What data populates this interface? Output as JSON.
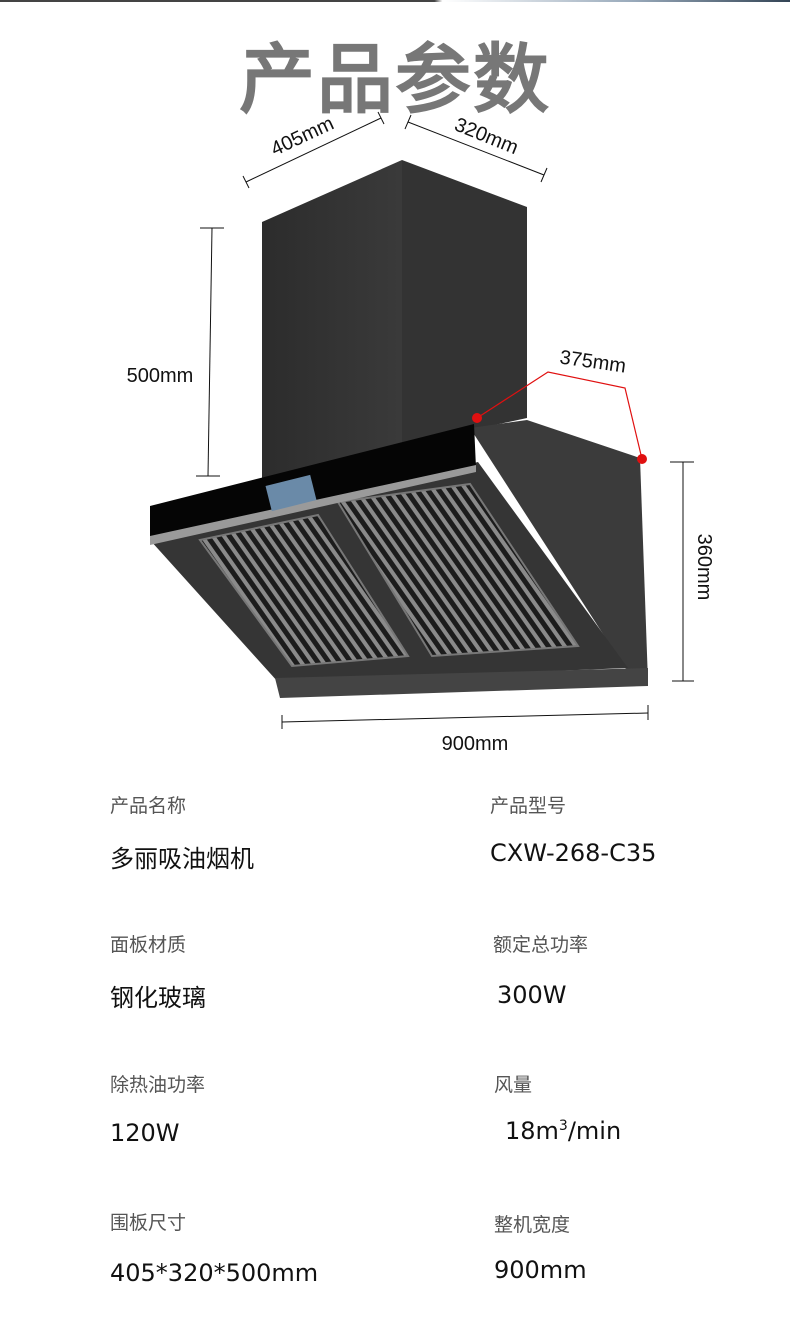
{
  "title": "产品参数",
  "dimensions": {
    "top_width": "405mm",
    "top_depth": "320mm",
    "chimney_height": "500mm",
    "body_depth": "375mm",
    "body_height": "360mm",
    "total_width": "900mm"
  },
  "colors": {
    "title": "#777777",
    "marker": "#e01010",
    "hood": "#3a3a3a",
    "glass": "#050505"
  },
  "specs": [
    {
      "label": "产品名称",
      "value": "多丽吸油烟机"
    },
    {
      "label": "产品型号",
      "value": "CXW-268-C35"
    },
    {
      "label": "面板材质",
      "value": "钢化玻璃"
    },
    {
      "label": "额定总功率",
      "value": "300W"
    },
    {
      "label": "除热油功率",
      "value": "120W"
    },
    {
      "label": "风量",
      "value": "18m",
      "value_sup": "3",
      "value_suffix": "/min"
    },
    {
      "label": "围板尺寸",
      "value": "405*320*500mm"
    },
    {
      "label": "整机宽度",
      "value": "900mm"
    }
  ]
}
